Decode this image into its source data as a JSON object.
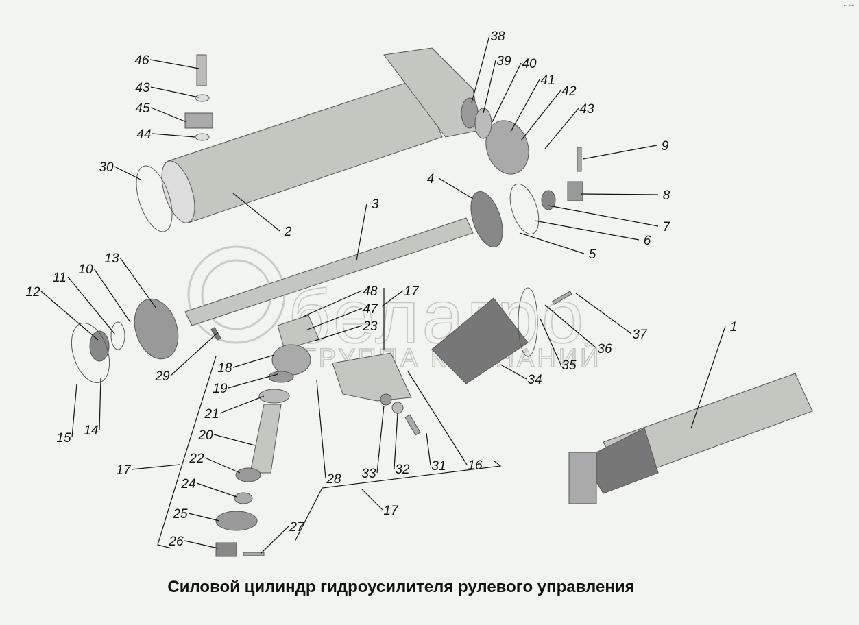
{
  "title": "Силовой цилиндр гидроусилителя рулевого управления",
  "watermark": {
    "brand": "белагро",
    "subtitle": "ГРУППА КОМПАНИЙ"
  },
  "corner_mark": "▪▫ ▪▪▪",
  "labels": [
    "46",
    "43",
    "45",
    "44",
    "30",
    "2",
    "3",
    "4",
    "38",
    "39",
    "40",
    "41",
    "42",
    "43",
    "9",
    "8",
    "7",
    "6",
    "5",
    "13",
    "10",
    "11",
    "12",
    "15",
    "14",
    "29",
    "48",
    "47",
    "17",
    "23",
    "18",
    "19",
    "21",
    "20",
    "22",
    "24",
    "25",
    "26",
    "27",
    "28",
    "33",
    "32",
    "31",
    "16",
    "34",
    "35",
    "36",
    "37",
    "1",
    "17",
    "17"
  ],
  "colors": {
    "background": "#f2f4ef",
    "part": "#b9bcb6",
    "ink": "#111111"
  }
}
